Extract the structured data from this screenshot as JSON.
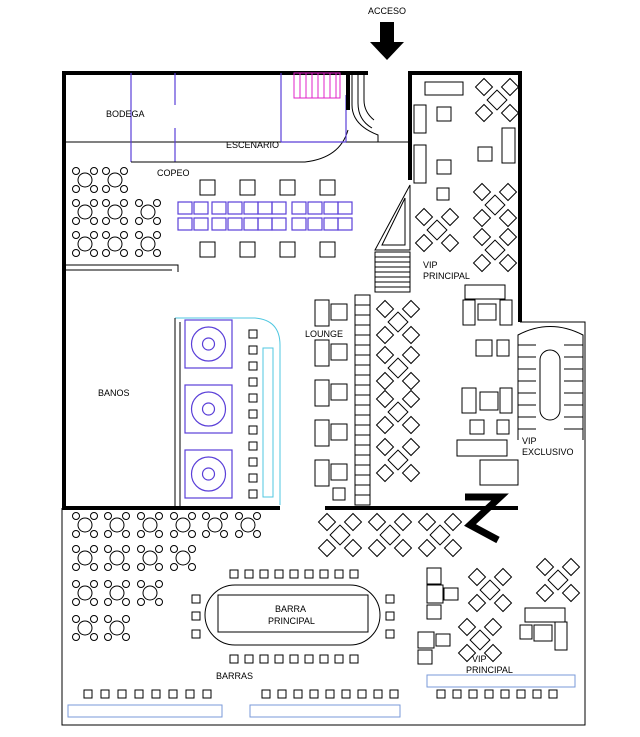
{
  "plan": {
    "labels": {
      "acceso": "ACCESO",
      "bodega": "BODEGA",
      "escenario": "ESCENARIO",
      "copeo": "COPEO",
      "vip_principal_upper_1": "VIP",
      "vip_principal_upper_2": "PRINCIPAL",
      "lounge": "LOUNGE",
      "banos": "BANOS",
      "vip_exclusivo_1": "VIP",
      "vip_exclusivo_2": "EXCLUSIVO",
      "barra_principal_1": "BARRA",
      "barra_principal_2": "PRINCIPAL",
      "barras": "BARRAS",
      "vip_principal_lower_1": "VIP",
      "vip_principal_lower_2": "PRINCIPAL"
    },
    "colors": {
      "walls": "#000000",
      "partitions": "#5a3fd8",
      "stage_stairs": "#e020c8",
      "bathroom_partition": "#4fc7e0",
      "bar_counters": "#7a9ad8"
    }
  }
}
